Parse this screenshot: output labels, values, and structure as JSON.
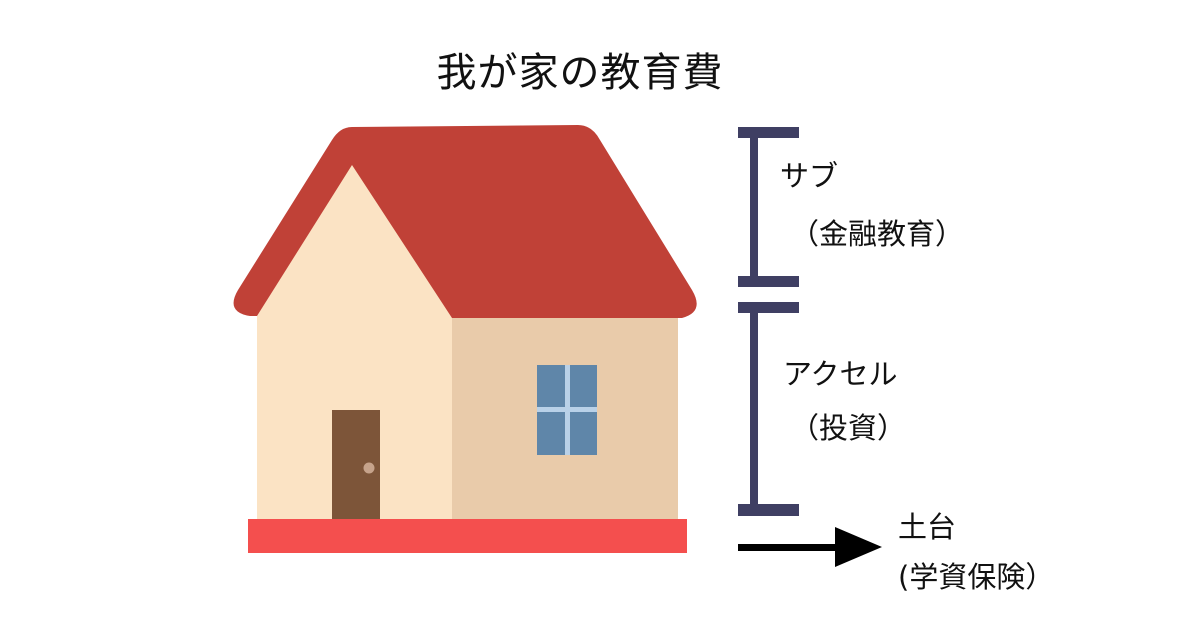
{
  "title": "我が家の教育費",
  "house": {
    "colors": {
      "roof": "#c04137",
      "front_wall": "#fbe3c4",
      "side_wall": "#e9cbaa",
      "door": "#7d5539",
      "door_knob": "#c6a38b",
      "window": "#5f86a9",
      "window_frame": "#b9d1e8",
      "foundation": "#f44f4e"
    }
  },
  "bracket": {
    "color": "#3f3f63",
    "segments": [
      {
        "id": "sub",
        "line1": "サブ",
        "line2": "（金融教育）"
      },
      {
        "id": "accel",
        "line1": "アクセル",
        "line2": "（投資）"
      }
    ]
  },
  "base": {
    "line1": "土台",
    "line2": "(学資保険）",
    "arrow_color": "#000000"
  }
}
